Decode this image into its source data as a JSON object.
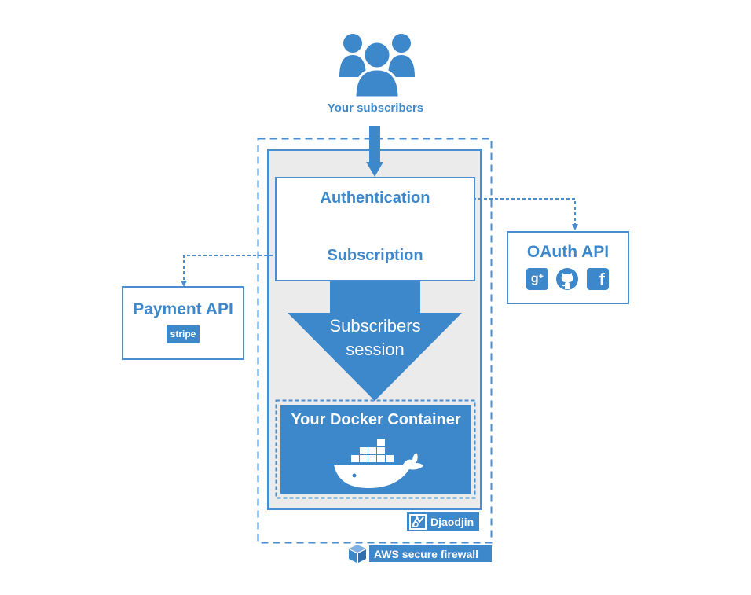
{
  "subscribers": {
    "label": "Your subscribers",
    "icon": "users-icon"
  },
  "auth_box": {
    "authentication": "Authentication",
    "subscription": "Subscription"
  },
  "session": {
    "line1": "Subscribers",
    "line2": "session"
  },
  "docker": {
    "title": "Your Docker Container",
    "icon": "docker-whale-icon"
  },
  "payment": {
    "title": "Payment API",
    "provider": "stripe"
  },
  "oauth": {
    "title": "OAuth API",
    "providers": [
      "google-plus-icon",
      "github-icon",
      "facebook-icon"
    ]
  },
  "djaodjin": {
    "label": "Djaodjin"
  },
  "aws": {
    "label": "AWS secure firewall"
  },
  "colors": {
    "accent": "#3d87cb",
    "panel": "#ebebeb",
    "dashed": "#4a8ecf"
  }
}
